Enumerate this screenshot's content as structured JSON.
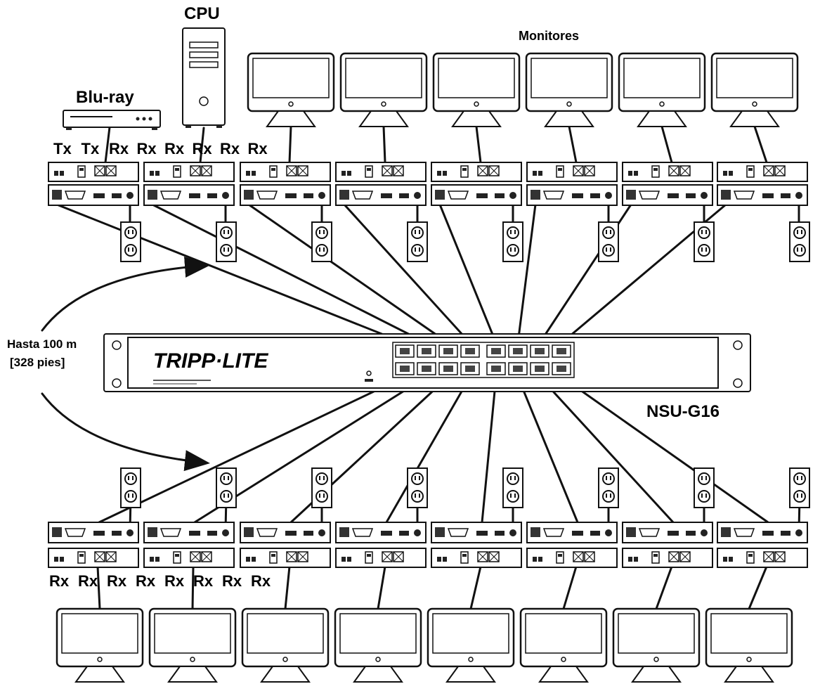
{
  "labels": {
    "cpu": "CPU",
    "bluray": "Blu-ray",
    "monitors": "Monitores",
    "distance_line1": "Hasta 100 m",
    "distance_line2": "[328 pies]",
    "switch_model": "NSU-G16",
    "switch_brand": "TRIPP·LITE"
  },
  "top_row_types": [
    "Tx",
    "Tx",
    "Rx",
    "Rx",
    "Rx",
    "Rx",
    "Rx",
    "Rx"
  ],
  "bottom_row_types": [
    "Rx",
    "Rx",
    "Rx",
    "Rx",
    "Rx",
    "Rx",
    "Rx",
    "Rx"
  ],
  "counts": {
    "top_units": 8,
    "bottom_units": 8,
    "top_monitors": 6,
    "bottom_monitors": 8,
    "switch_ports": 16
  }
}
